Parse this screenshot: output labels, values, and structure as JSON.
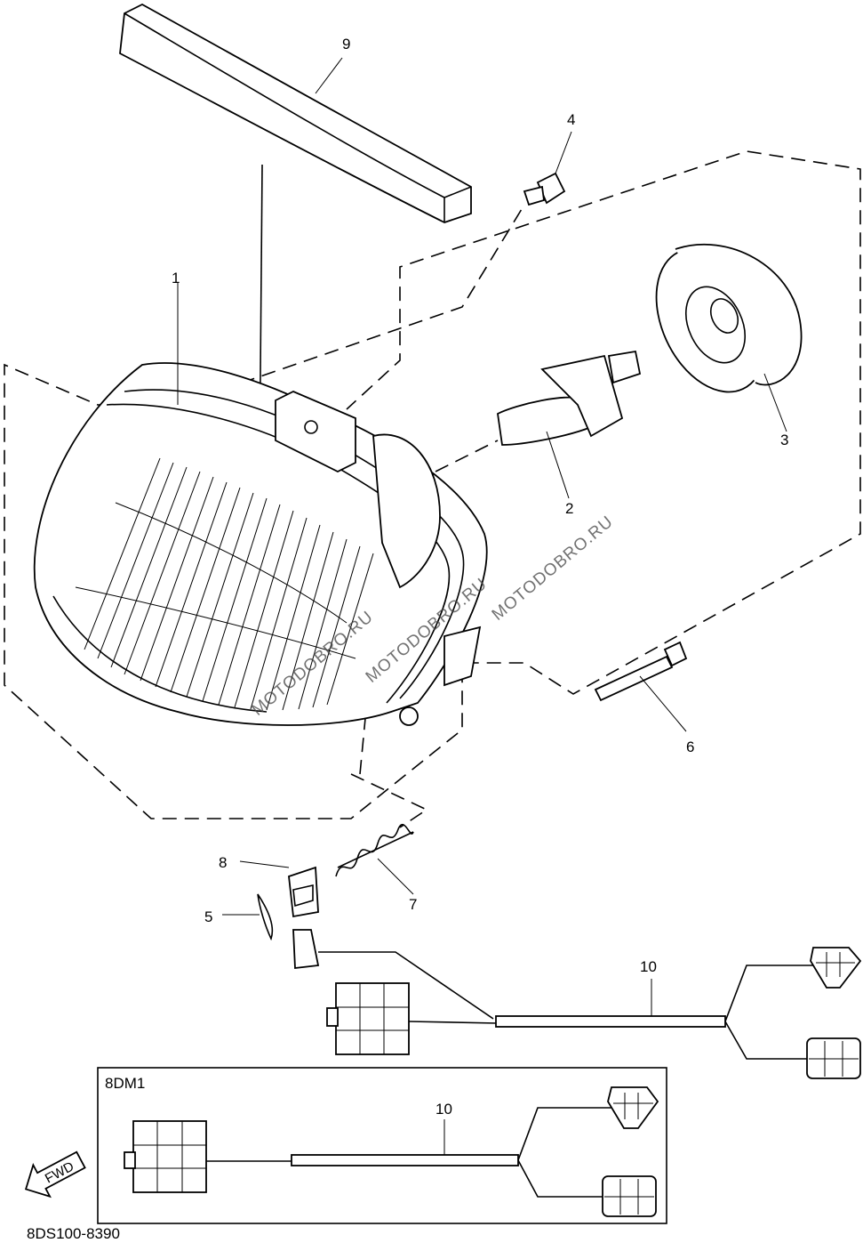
{
  "diagram_code": "8DS100-8390",
  "variant_label": "8DM1",
  "forward_marker": "FWD",
  "watermark": "MOTODOBRO.RU",
  "callouts": {
    "c1": "1",
    "c2": "2",
    "c3": "3",
    "c4": "4",
    "c5": "5",
    "c6": "6",
    "c7": "7",
    "c8": "8",
    "c9": "9",
    "c10": "10",
    "c10b": "10"
  }
}
